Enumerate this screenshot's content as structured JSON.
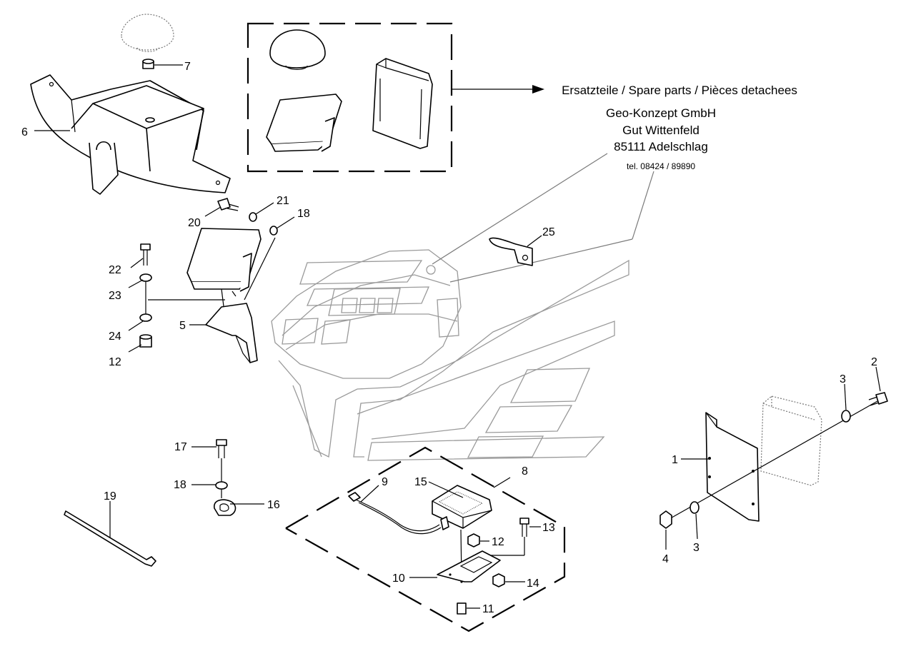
{
  "spare_parts": {
    "heading": "Ersatzteile / Spare parts / Pièces detachees",
    "company": "Geo-Konzept GmbH",
    "address_line1": "Gut Wittenfeld",
    "address_line2": "85111 Adelschlag",
    "phone": "tel. 08424 / 89890"
  },
  "callouts": {
    "c1": "1",
    "c2": "2",
    "c3a": "3",
    "c3b": "3",
    "c4": "4",
    "c5": "5",
    "c6": "6",
    "c7": "7",
    "c8": "8",
    "c9": "9",
    "c10": "10",
    "c11": "11",
    "c12a": "12",
    "c12b": "12",
    "c13": "13",
    "c14": "14",
    "c15": "15",
    "c16": "16",
    "c17": "17",
    "c18a": "18",
    "c18b": "18",
    "c19": "19",
    "c20": "20",
    "c21": "21",
    "c22": "22",
    "c23": "23",
    "c24": "24",
    "c25": "25"
  },
  "colors": {
    "line": "#000000",
    "ghost": "#9a9a9a",
    "background": "#ffffff"
  }
}
